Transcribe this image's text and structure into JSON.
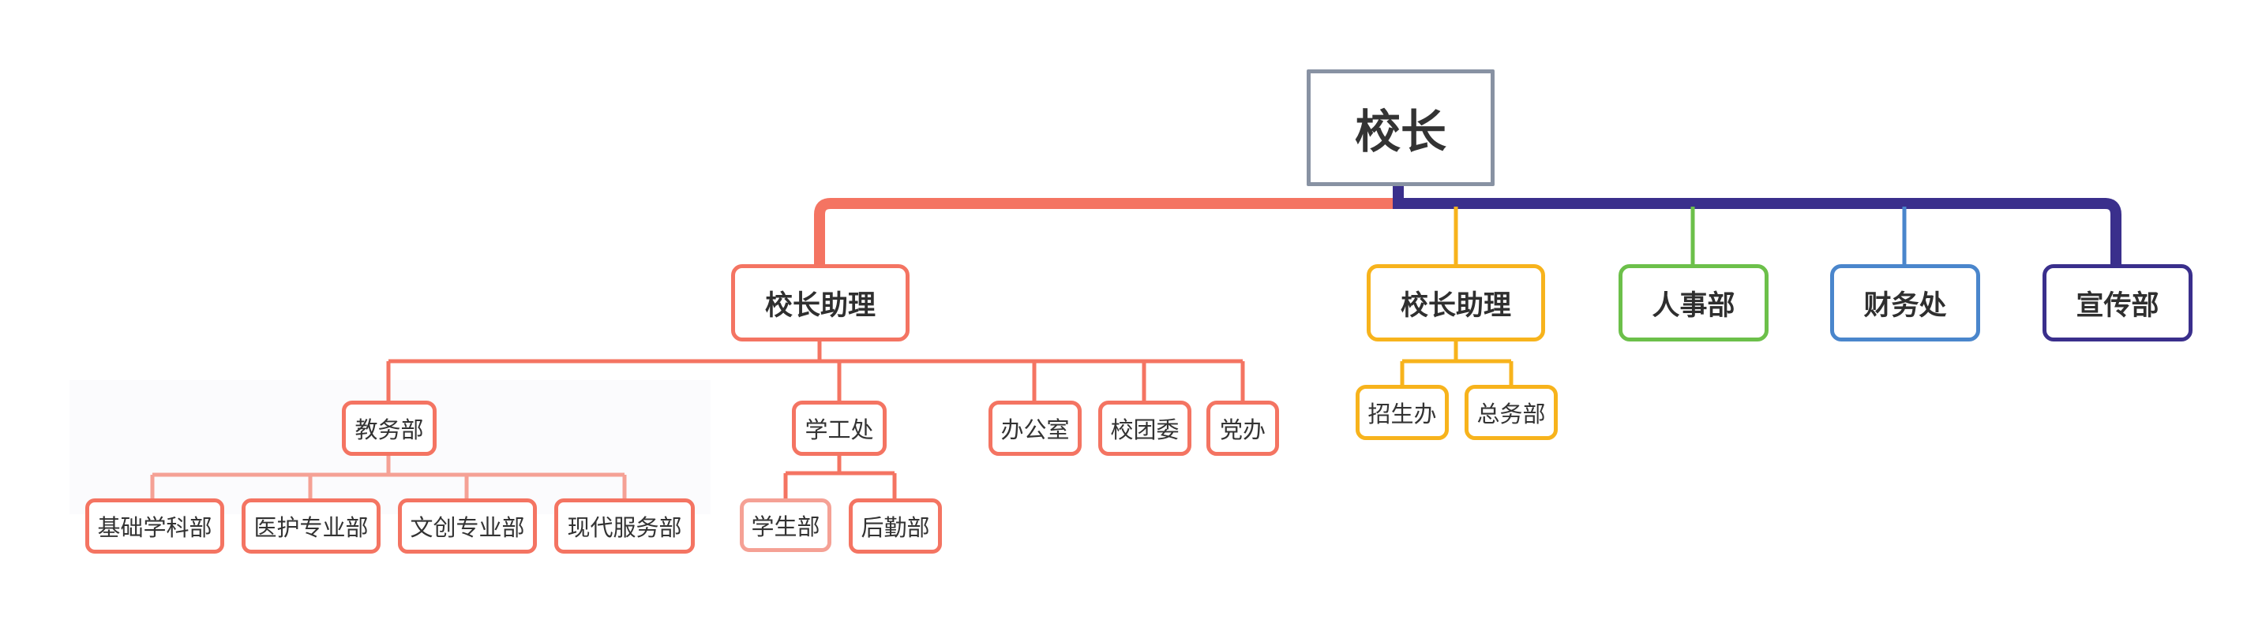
{
  "root": {
    "label": "校长"
  },
  "branches": [
    {
      "label": "校长助理",
      "color": "#f47462",
      "children": [
        {
          "label": "教务部",
          "children": [
            "基础学科部",
            "医护专业部",
            "文创专业部",
            "现代服务部"
          ]
        },
        {
          "label": "学工处",
          "children": [
            "学生部",
            "后勤部"
          ]
        },
        {
          "label": "办公室"
        },
        {
          "label": "校团委"
        },
        {
          "label": "党办"
        }
      ]
    },
    {
      "label": "校长助理",
      "color": "#f7b31c",
      "children": [
        {
          "label": "招生办"
        },
        {
          "label": "总务部"
        }
      ]
    },
    {
      "label": "人事部",
      "color": "#6cc04a"
    },
    {
      "label": "财务处",
      "color": "#4a86cc"
    },
    {
      "label": "宣传部",
      "color": "#3a2f8c"
    }
  ],
  "colors": {
    "root_border": "#8892a3",
    "left_trunk": "#f47462",
    "right_trunk": "#3a2f8c",
    "sub_branch": "#f28b7d"
  }
}
